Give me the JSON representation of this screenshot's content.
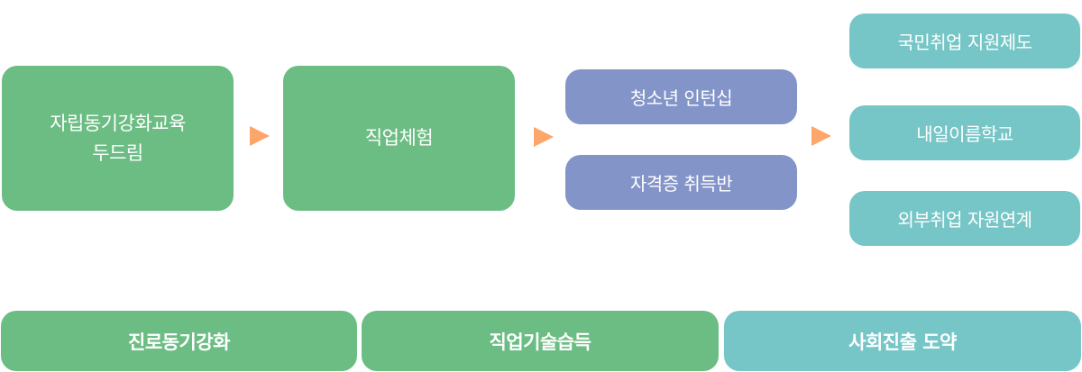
{
  "colors": {
    "green": "#6cbd84",
    "purple": "#8394c9",
    "teal": "#77c6c7",
    "arrow": "#fda66a"
  },
  "flow": {
    "step1": {
      "label": "자립동기강화교육\n두드림"
    },
    "step2": {
      "label": "직업체험"
    },
    "step3": [
      {
        "label": "청소년 인턴십"
      },
      {
        "label": "자격증 취득반"
      }
    ],
    "step4": [
      {
        "label": "국민취업 지원제도"
      },
      {
        "label": "내일이름학교"
      },
      {
        "label": "외부취업 자원연계"
      }
    ],
    "arrows": [
      {
        "icon": "arrow-right-icon"
      },
      {
        "icon": "arrow-right-icon"
      },
      {
        "icon": "arrow-right-icon"
      }
    ]
  },
  "stages": [
    {
      "label": "진로동기강화"
    },
    {
      "label": "직업기술습득"
    },
    {
      "label": "사회진출 도약"
    }
  ]
}
